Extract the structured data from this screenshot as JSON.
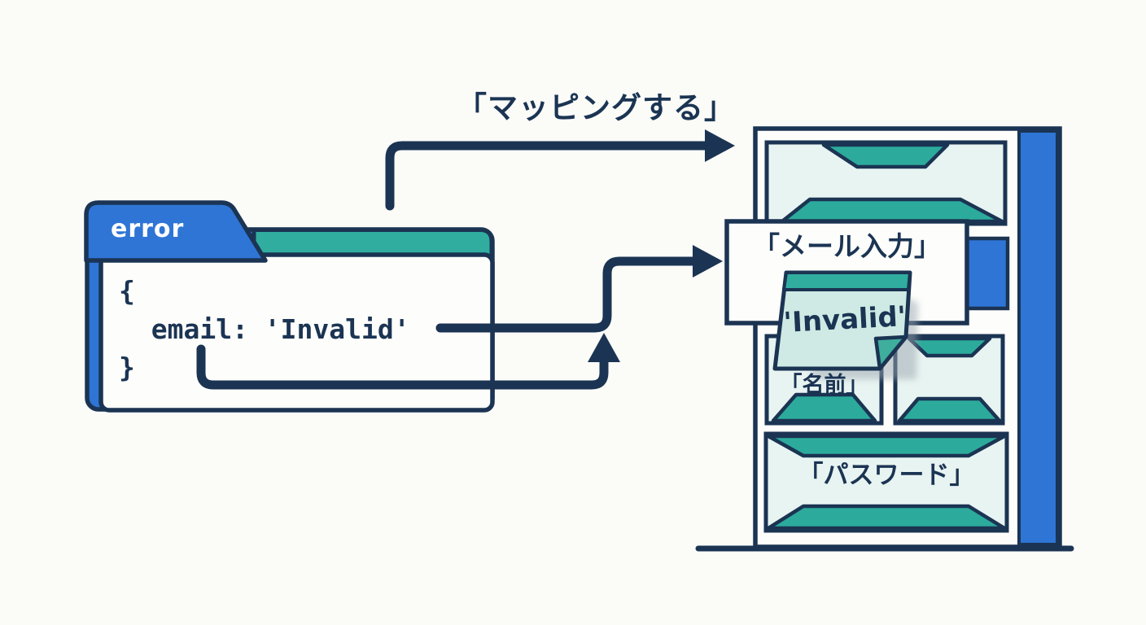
{
  "title": "error object to form mapping diagram",
  "colors": {
    "navy": "#1b3453",
    "blue": "#2e75d6",
    "teal": "#2cab9c",
    "teal2": "#31ada0",
    "mint": "#e8f4f1",
    "sticky": "#cfeae4",
    "sticky_fold": "#3fae9d",
    "white": "#fdfdfb",
    "bg": "#fbfbf8",
    "shadow": "#9aa5ae"
  },
  "folder": {
    "tab_label": "error",
    "code": "{\n  email: 'Invalid'\n}"
  },
  "arrows": {
    "mapping_label": "「マッピングする」"
  },
  "form": {
    "email_label": "「メール入力」",
    "name_label": "「名前」",
    "password_label": "「パスワード」",
    "sticky_note": "'Invalid'"
  }
}
